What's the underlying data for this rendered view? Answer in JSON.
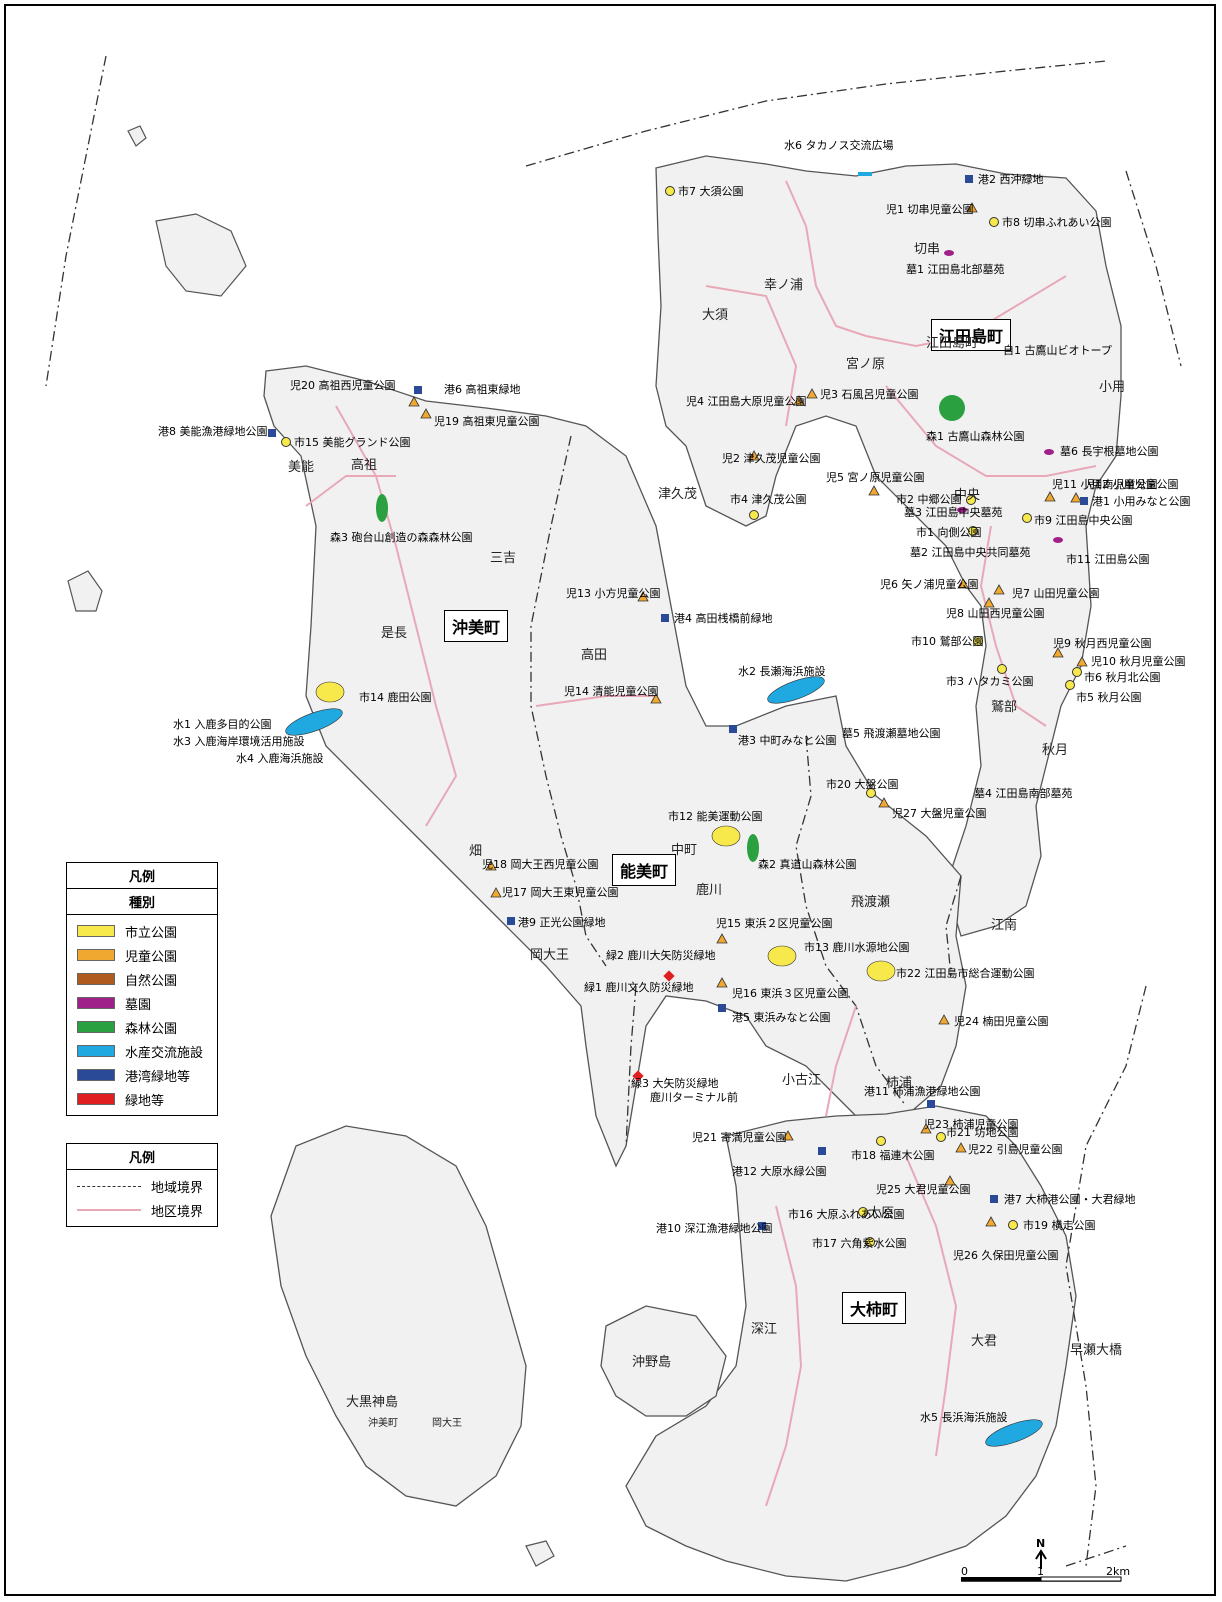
{
  "colors": {
    "city_park": "#f7e84b",
    "child_park": "#f0a830",
    "nature_park": "#b05a20",
    "cemetery": "#a0208a",
    "forest_park": "#2aa040",
    "water": "#20a8e0",
    "port": "#2a4a98",
    "green": "#e02020"
  },
  "towns": [
    {
      "name": "江田島町"
    },
    {
      "name": "沖美町"
    },
    {
      "name": "能美町"
    },
    {
      "name": "大柿町"
    }
  ],
  "districts": [
    "幸ノ浦",
    "切串",
    "大須",
    "宮ノ原",
    "小用",
    "津久茂",
    "中央",
    "鷲部",
    "秋月",
    "江田島町",
    "江南",
    "飛渡瀬",
    "中町",
    "鹿川",
    "高田",
    "三吉",
    "高祖",
    "美能",
    "是長",
    "畑",
    "岡大王",
    "小古江",
    "柿浦",
    "大原",
    "深江",
    "大君",
    "早瀬大橋",
    "沖野島",
    "大黒神島",
    "沖美町",
    "岡大王"
  ],
  "facilities": [
    {
      "label": "水6 タカノス交流広場",
      "cat": "water"
    },
    {
      "label": "港2 西沖緑地",
      "cat": "port"
    },
    {
      "label": "市7 大須公園",
      "cat": "city_park"
    },
    {
      "label": "児1 切串児童公園",
      "cat": "child_park"
    },
    {
      "label": "市8 切串ふれあい公園",
      "cat": "city_park"
    },
    {
      "label": "墓1 江田島北部墓苑",
      "cat": "cemetery"
    },
    {
      "label": "自1 古鷹山ビオトープ",
      "cat": "nature_park"
    },
    {
      "label": "児20 高祖西児童公園",
      "cat": "child_park"
    },
    {
      "label": "港6 高祖東緑地",
      "cat": "port"
    },
    {
      "label": "児19 高祖東児童公園",
      "cat": "child_park"
    },
    {
      "label": "港8 美能漁港緑地公園",
      "cat": "port"
    },
    {
      "label": "市15 美能グランド公園",
      "cat": "city_park"
    },
    {
      "label": "児4 江田島大原児童公園",
      "cat": "child_park"
    },
    {
      "label": "児3 石風呂児童公園",
      "cat": "child_park"
    },
    {
      "label": "森1 古鷹山森林公園",
      "cat": "forest_park"
    },
    {
      "label": "墓6 長宇根墓地公園",
      "cat": "cemetery"
    },
    {
      "label": "児2 津久茂児童公園",
      "cat": "child_park"
    },
    {
      "label": "児5 宮ノ原児童公園",
      "cat": "child_park"
    },
    {
      "label": "児11 小用南児童公園",
      "cat": "child_park"
    },
    {
      "label": "児12 小用児童公園",
      "cat": "child_park"
    },
    {
      "label": "港1 小用みなと公園",
      "cat": "port"
    },
    {
      "label": "市4 津久茂公園",
      "cat": "city_park"
    },
    {
      "label": "市2 中郷公園",
      "cat": "city_park"
    },
    {
      "label": "墓3 江田島中央墓苑",
      "cat": "cemetery"
    },
    {
      "label": "市9 江田島中央公園",
      "cat": "city_park"
    },
    {
      "label": "森3 砲台山創造の森森林公園",
      "cat": "forest_park"
    },
    {
      "label": "市1 向側公園",
      "cat": "city_park"
    },
    {
      "label": "市11 江田島公園",
      "cat": "city_park"
    },
    {
      "label": "墓2 江田島中央共同墓苑",
      "cat": "cemetery"
    },
    {
      "label": "児6 矢ノ浦児童公園",
      "cat": "child_park"
    },
    {
      "label": "児7 山田児童公園",
      "cat": "child_park"
    },
    {
      "label": "児13 小方児童公園",
      "cat": "child_park"
    },
    {
      "label": "港4 高田桟橋前緑地",
      "cat": "port"
    },
    {
      "label": "児8 山田西児童公園",
      "cat": "child_park"
    },
    {
      "label": "市10 鷲部公園",
      "cat": "city_park"
    },
    {
      "label": "児9 秋月西児童公園",
      "cat": "child_park"
    },
    {
      "label": "児10 秋月児童公園",
      "cat": "child_park"
    },
    {
      "label": "市6 秋月北公園",
      "cat": "city_park"
    },
    {
      "label": "市3 ハタカミ公園",
      "cat": "city_park"
    },
    {
      "label": "市5 秋月公園",
      "cat": "city_park"
    },
    {
      "label": "水2 長瀬海浜施設",
      "cat": "water"
    },
    {
      "label": "市14 鹿田公園",
      "cat": "city_park"
    },
    {
      "label": "児14 清能児童公園",
      "cat": "child_park"
    },
    {
      "label": "水1 入鹿多目的公園",
      "cat": "water"
    },
    {
      "label": "水3 入鹿海岸環境活用施設",
      "cat": "water"
    },
    {
      "label": "水4 入鹿海浜施設",
      "cat": "water"
    },
    {
      "label": "港3 中町みなと公園",
      "cat": "port"
    },
    {
      "label": "墓5 飛渡瀬墓地公園",
      "cat": "cemetery"
    },
    {
      "label": "市20 大盤公園",
      "cat": "city_park"
    },
    {
      "label": "墓4 江田島南部墓苑",
      "cat": "cemetery"
    },
    {
      "label": "児27 大盤児童公園",
      "cat": "child_park"
    },
    {
      "label": "市12 能美運動公園",
      "cat": "city_park"
    },
    {
      "label": "森2 真道山森林公園",
      "cat": "forest_park"
    },
    {
      "label": "児18 岡大王西児童公園",
      "cat": "child_park"
    },
    {
      "label": "児17 岡大王東児童公園",
      "cat": "child_park"
    },
    {
      "label": "港9 正光公園緑地",
      "cat": "port"
    },
    {
      "label": "児15 東浜２区児童公園",
      "cat": "child_park"
    },
    {
      "label": "市13 鹿川水源地公園",
      "cat": "city_park"
    },
    {
      "label": "緑2 鹿川大矢防災緑地",
      "cat": "green"
    },
    {
      "label": "市22 江田島市総合運動公園",
      "cat": "city_park"
    },
    {
      "label": "緑1 鹿川文久防災緑地",
      "cat": "green"
    },
    {
      "label": "児16 東浜３区児童公園",
      "cat": "child_park"
    },
    {
      "label": "港5 東浜みなと公園",
      "cat": "port"
    },
    {
      "label": "児24 楠田児童公園",
      "cat": "child_park"
    },
    {
      "label": "緑3 大矢防災緑地",
      "cat": "green"
    },
    {
      "label": "鹿川ターミナル前",
      "cat": "green"
    },
    {
      "label": "港11 柿浦漁港緑地公園",
      "cat": "port"
    },
    {
      "label": "児23 柿浦児童公園",
      "cat": "child_park"
    },
    {
      "label": "市21 坊地公園",
      "cat": "city_park"
    },
    {
      "label": "児21 寄満児童公園",
      "cat": "child_park"
    },
    {
      "label": "市18 福連木公園",
      "cat": "city_park"
    },
    {
      "label": "児22 引島児童公園",
      "cat": "child_park"
    },
    {
      "label": "港12 大原水緑公園",
      "cat": "port"
    },
    {
      "label": "児25 大君児童公園",
      "cat": "child_park"
    },
    {
      "label": "港7 大柿港公園・大君緑地",
      "cat": "port"
    },
    {
      "label": "港10 深江漁港緑地公園",
      "cat": "port"
    },
    {
      "label": "市16 大原ふれあい公園",
      "cat": "city_park"
    },
    {
      "label": "市19 横走公園",
      "cat": "city_park"
    },
    {
      "label": "市17 六角紫水公園",
      "cat": "city_park"
    },
    {
      "label": "児26 久保田児童公園",
      "cat": "child_park"
    },
    {
      "label": "水5 長浜海浜施設",
      "cat": "water"
    }
  ],
  "legend1": {
    "title": "凡例",
    "subtitle": "種別",
    "items": [
      {
        "label": "市立公園",
        "cat": "city_park"
      },
      {
        "label": "児童公園",
        "cat": "child_park"
      },
      {
        "label": "自然公園",
        "cat": "nature_park"
      },
      {
        "label": "墓園",
        "cat": "cemetery"
      },
      {
        "label": "森林公園",
        "cat": "forest_park"
      },
      {
        "label": "水産交流施設",
        "cat": "water"
      },
      {
        "label": "港湾緑地等",
        "cat": "port"
      },
      {
        "label": "緑地等",
        "cat": "green"
      }
    ]
  },
  "legend2": {
    "title": "凡例",
    "items": [
      {
        "label": "地域境界",
        "style": "dashdot"
      },
      {
        "label": "地区境界",
        "style": "pink"
      }
    ]
  },
  "scale": {
    "ticks": [
      "0",
      "1",
      "2km"
    ],
    "north": "N"
  }
}
